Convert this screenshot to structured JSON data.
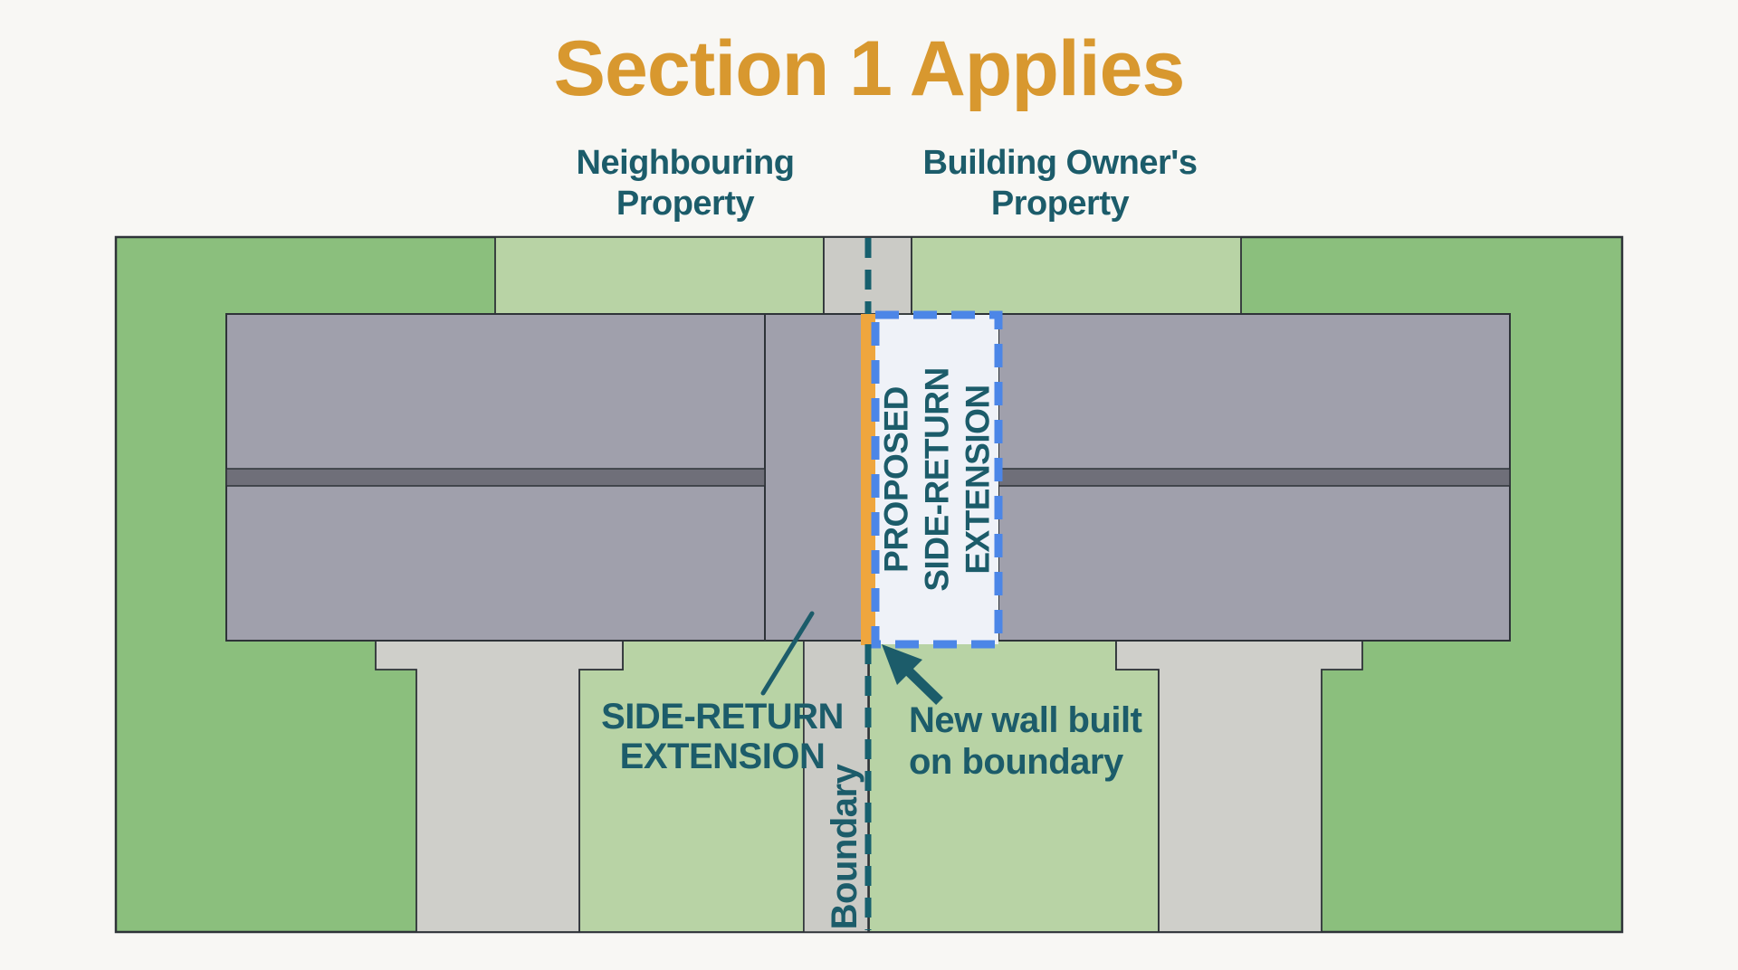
{
  "title": "Section 1 Applies",
  "header": {
    "left_property": {
      "line1": "Neighbouring",
      "line2": "Property"
    },
    "right_property": {
      "line1": "Building Owner's",
      "line2": "Property"
    }
  },
  "diagram": {
    "proposed_extension": {
      "line1": "PROPOSED",
      "line2": "SIDE-RETURN",
      "line3": "EXTENSION"
    },
    "existing_extension": {
      "line1": "SIDE-RETURN",
      "line2": "EXTENSION"
    },
    "new_wall": {
      "line1": "New wall built",
      "line2": "on boundary"
    },
    "boundary": "Boundary"
  },
  "colors": {
    "title_orange": "#D8982F",
    "teal_text": "#1C5C6A",
    "new_wall_orange": "#EFA63E",
    "proposed_border_blue": "#4C86E7",
    "proposed_fill": "#EFF2F8",
    "boundary_line_teal": "#17606E",
    "garden_dark_green": "#8BBF7D",
    "garden_light_green": "#B8D3A5",
    "building_gray": "#A0A0AC",
    "building_band_gray": "#6F6F79",
    "paving_gray": "#CCCCC7",
    "background": "#F8F7F4"
  }
}
